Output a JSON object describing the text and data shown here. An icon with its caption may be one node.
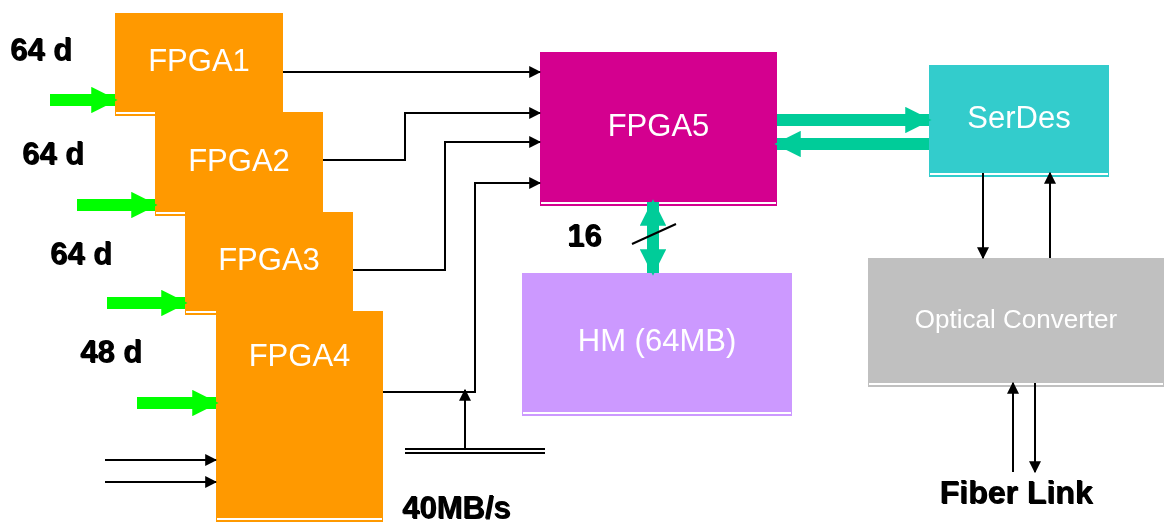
{
  "diagram": {
    "nodes": [
      {
        "text": [
          "FPGA1"
        ]
      },
      {
        "text": [
          "FPGA2"
        ]
      },
      {
        "text": [
          "FPGA3"
        ]
      },
      {
        "text": [
          "FPGA4"
        ]
      },
      {
        "text": [
          "FPGA5"
        ]
      },
      {
        "text": [
          "SerDes"
        ]
      },
      {
        "text": [
          "HM (64MB)"
        ]
      },
      {
        "text": [
          "Optical Converter"
        ]
      },
      {
        "text": [
          "Fiber Link"
        ]
      },
      {
        "text": [],
        "shape": "bar"
      }
    ],
    "edges": [
      {
        "from": 0,
        "to": 4,
        "arrow": "to"
      },
      {
        "from": 1,
        "to": 4,
        "arrow": "to"
      },
      {
        "from": 2,
        "to": 4,
        "arrow": "to"
      },
      {
        "from": 3,
        "to": 4,
        "arrow": "to"
      },
      {
        "from": 9,
        "to": null,
        "arrow": "to"
      },
      {
        "from": null,
        "to": 0,
        "arrow": "to",
        "style": "thick",
        "color": "#00ff00"
      },
      {
        "from": null,
        "to": 1,
        "arrow": "to",
        "style": "thick",
        "color": "#00ff00"
      },
      {
        "from": null,
        "to": 2,
        "arrow": "to",
        "style": "thick",
        "color": "#00ff00"
      },
      {
        "from": null,
        "to": 3,
        "arrow": "to",
        "style": "thick",
        "color": "#00ff00"
      },
      {
        "from": null,
        "to": 3,
        "arrow": "to"
      },
      {
        "from": null,
        "to": 3,
        "arrow": "to"
      },
      {
        "from": 4,
        "to": 5,
        "arrow": "to",
        "style": "thick",
        "color": "#00cc99"
      },
      {
        "from": 5,
        "to": 4,
        "arrow": "to",
        "style": "thick",
        "color": "#00cc99"
      },
      {
        "from": 4,
        "to": 6,
        "arrow": "both",
        "label": "16",
        "style": "thick",
        "color": "#00cc99"
      },
      {
        "from": 5,
        "to": 7,
        "arrow": "to"
      },
      {
        "from": 7,
        "to": 5,
        "arrow": "to"
      },
      {
        "from": 8,
        "to": 7,
        "arrow": "to"
      },
      {
        "from": 7,
        "to": 8,
        "arrow": "to"
      }
    ],
    "labels": [
      "64 d",
      "64 d",
      "64 d",
      "48 d",
      "40MB/s"
    ]
  }
}
